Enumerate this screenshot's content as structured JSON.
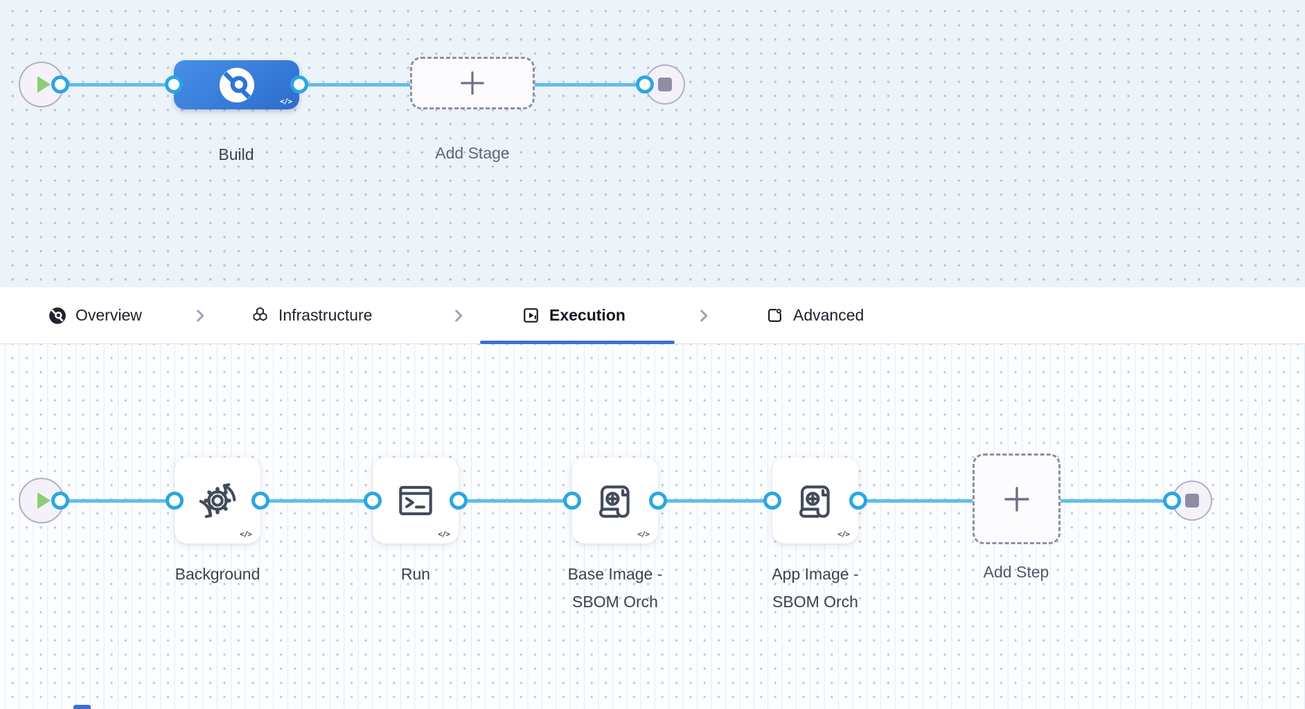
{
  "code_tag": "</>",
  "stage_canvas": {
    "build_label": "Build",
    "add_stage_label": "Add Stage"
  },
  "tabs": {
    "items": [
      {
        "label": "Overview",
        "active": false
      },
      {
        "label": "Infrastructure",
        "active": false
      },
      {
        "label": "Execution",
        "active": true
      },
      {
        "label": "Advanced",
        "active": false
      }
    ]
  },
  "step_canvas": {
    "steps": [
      {
        "label": "Background"
      },
      {
        "label": "Run"
      },
      {
        "label": "Base Image -",
        "label2": "SBOM Orch"
      },
      {
        "label": "App Image -",
        "label2": "SBOM Orch"
      }
    ],
    "add_step_label": "Add Step"
  },
  "colors": {
    "edge_blue": "#5fbeee",
    "port_blue": "#2aa6e3",
    "stage_gradient_start": "#4690e8",
    "stage_gradient_end": "#2d6ccd",
    "tab_underline_blue": "#3b6cd9",
    "play_green": "#8ccd78",
    "stop_gray": "#8f8da4",
    "canvas_top_bg": "#ecf3f9",
    "canvas_bottom_bg": "#fbfdff"
  }
}
